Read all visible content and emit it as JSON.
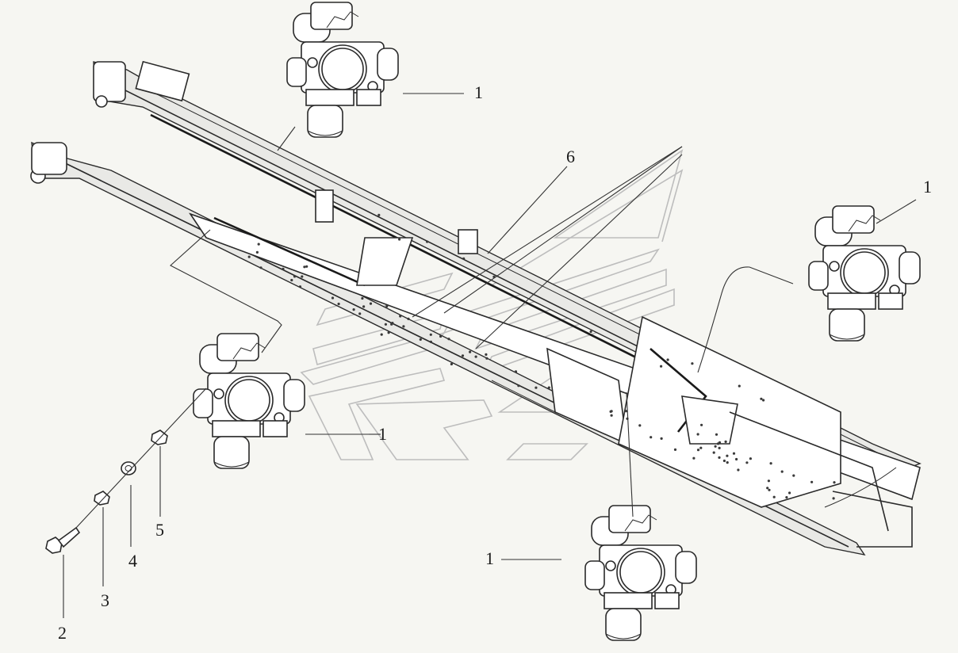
{
  "callouts": {
    "valve_top": "1",
    "valve_right": "1",
    "valve_left": "1",
    "valve_bottom": "1",
    "bolt": "2",
    "nut": "3",
    "washer": "4",
    "lock_nut": "5",
    "fuel_line": "6"
  }
}
